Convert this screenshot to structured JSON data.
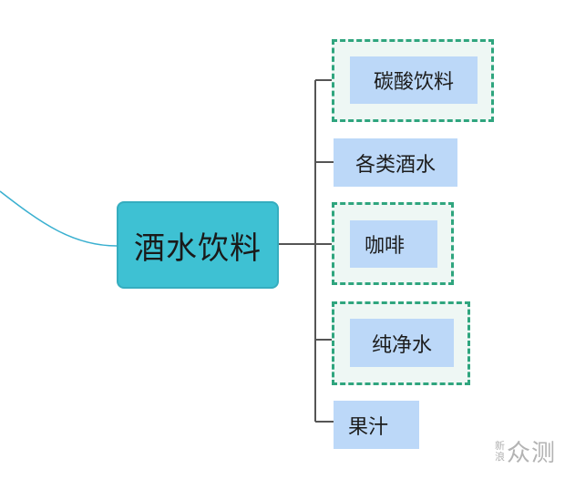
{
  "central_topic": {
    "label": "酒水饮料"
  },
  "branches": [
    {
      "label": "碳酸饮料",
      "highlighted": true
    },
    {
      "label": "各类酒水",
      "highlighted": false
    },
    {
      "label": "咖啡",
      "highlighted": true
    },
    {
      "label": "纯净水",
      "highlighted": true
    },
    {
      "label": "果汁",
      "highlighted": false
    }
  ],
  "watermark": {
    "line1": "新",
    "line2": "浪",
    "brand": "众测"
  },
  "colors": {
    "central_fill": "#3ec1d3",
    "node_fill": "#bcd8f8",
    "highlight_border": "#2fa57e",
    "highlight_fill": "#eef7f4",
    "connector": "#555555",
    "incoming_link": "#3ab0d0"
  }
}
